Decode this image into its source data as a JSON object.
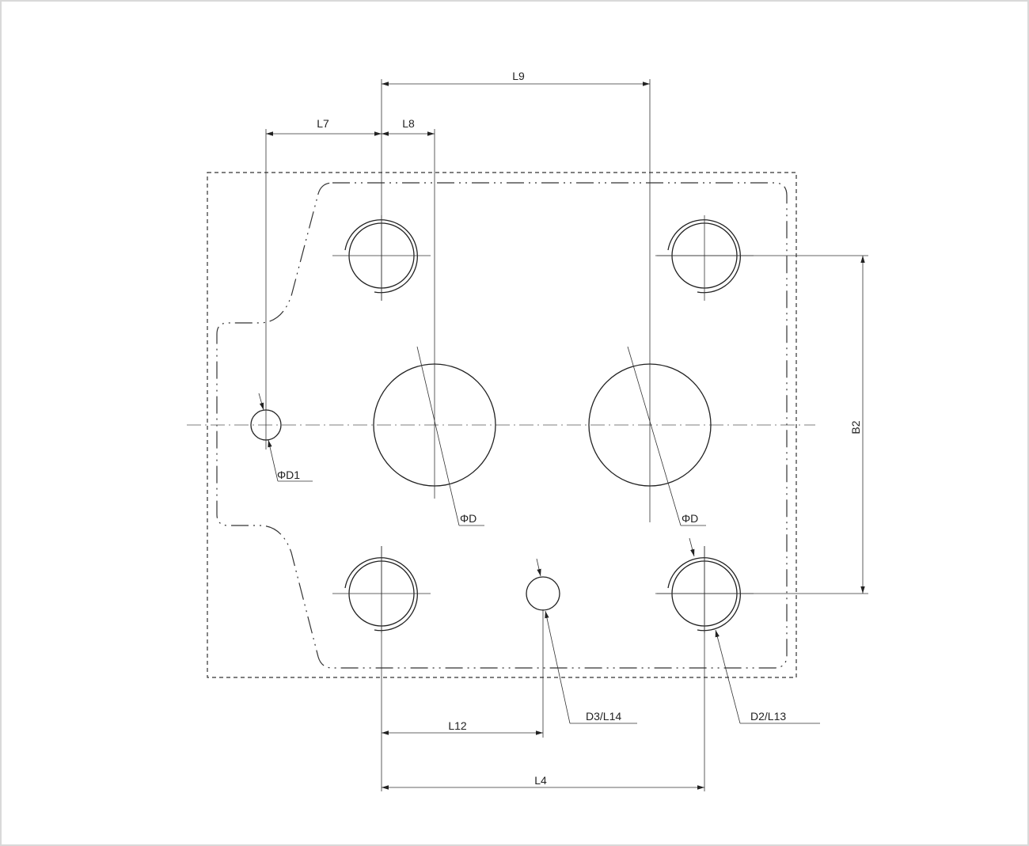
{
  "labels": {
    "l9": "L9",
    "l7": "L7",
    "l8": "L8",
    "b2": "B2",
    "phi_d1": "ΦD1",
    "phi_d_left": "ΦD",
    "phi_d_right": "ΦD",
    "d3_l14": "D3/L14",
    "d2_l13": "D2/L13",
    "l12": "L12",
    "l4": "L4"
  }
}
